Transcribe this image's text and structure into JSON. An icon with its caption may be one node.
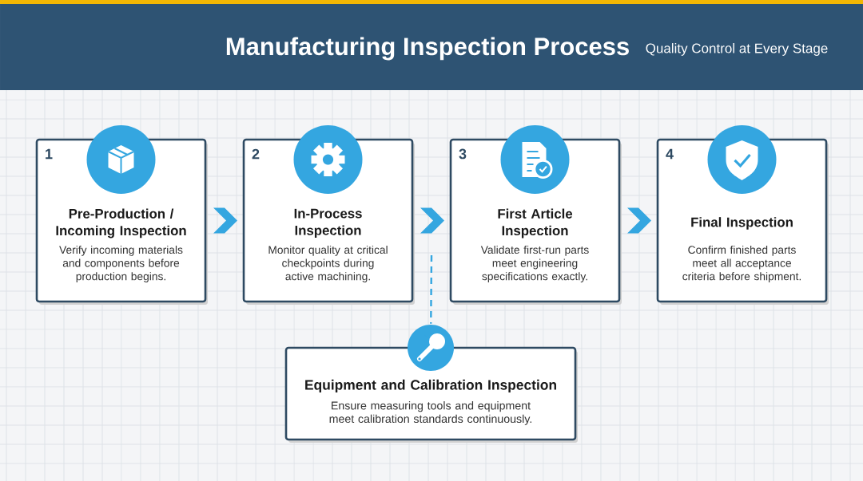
{
  "diagram": {
    "title": "Manufacturing Inspection Process",
    "nodes": [
      {
        "text": [
          "1",
          "Pre-Production / Incoming Inspection",
          "Verify incoming materials and components before production begins."
        ]
      },
      {
        "text": [
          "2",
          "In-Process Inspection",
          "Monitor quality at critical checkpoints during active machining."
        ]
      },
      {
        "text": [
          "3",
          "First Article Inspection",
          "Validate first-run parts meet engineering specifications exactly."
        ]
      },
      {
        "text": [
          "4",
          "Final Inspection",
          "Confirm finished parts meet all acceptance criteria before shipment."
        ]
      },
      {
        "text": [
          "Equipment and Calibration Inspection",
          "Ensure measuring tools and equipment meet calibration standards continuously."
        ]
      }
    ],
    "edges": [
      {
        "from": 0,
        "to": 1,
        "arrow": "to"
      },
      {
        "from": 1,
        "to": 2,
        "arrow": "to"
      },
      {
        "from": 2,
        "to": 3,
        "arrow": "to"
      },
      {
        "from": null,
        "to": 4,
        "arrow": "none",
        "style": "dashed"
      }
    ],
    "labels": [
      "Quality Control at Every Stage"
    ]
  }
}
